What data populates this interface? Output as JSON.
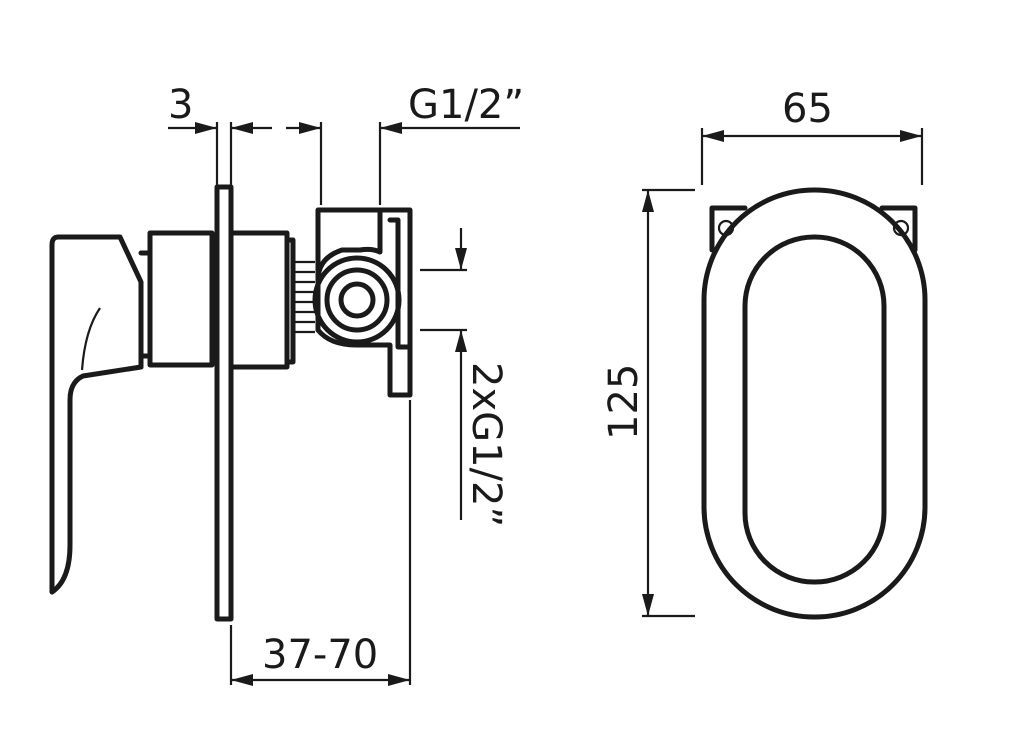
{
  "dimensions": {
    "plate_thickness": "3",
    "top_thread": "G1/2”",
    "outlet_thread": "2xG1/2”",
    "depth_range": "37-70",
    "cover_width": "65",
    "cover_height": "125"
  },
  "colors": {
    "line": "#1a1a1a",
    "background": "#ffffff"
  }
}
